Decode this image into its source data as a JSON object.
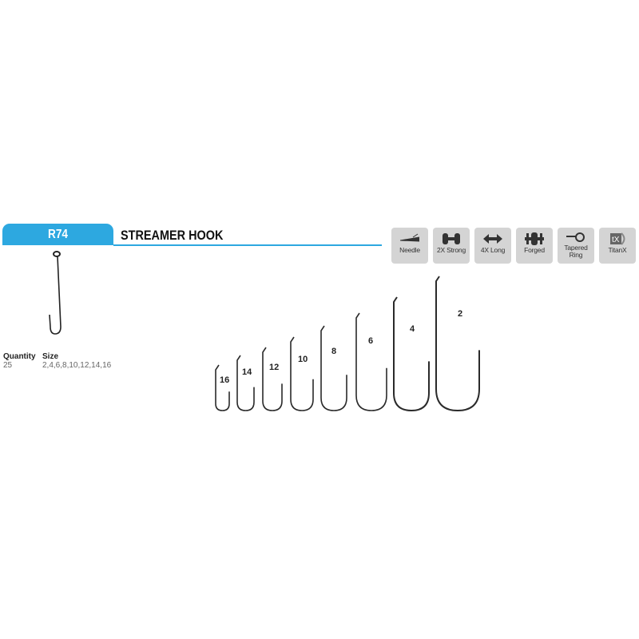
{
  "product": {
    "code": "R74",
    "name": "STREAMER HOOK"
  },
  "specs": {
    "quantity_label": "Quantity",
    "quantity": "25",
    "size_label": "Size",
    "sizes": "2,4,6,8,10,12,14,16"
  },
  "features": [
    {
      "icon": "needle-icon",
      "label": "Needle"
    },
    {
      "icon": "dumbbell-icon",
      "label": "2X Strong"
    },
    {
      "icon": "double-arrow-icon",
      "label": "4X Long"
    },
    {
      "icon": "forged-icon",
      "label": "Forged"
    },
    {
      "icon": "ring-icon",
      "label": "Tapered Ring"
    },
    {
      "icon": "titanx-icon",
      "label": "TitanX",
      "logo_text": "tX"
    }
  ],
  "hook_sizes": [
    "16",
    "14",
    "12",
    "10",
    "8",
    "6",
    "4",
    "2"
  ],
  "colors": {
    "accent": "#2da8e0",
    "feature_bg": "#d4d4d4"
  }
}
